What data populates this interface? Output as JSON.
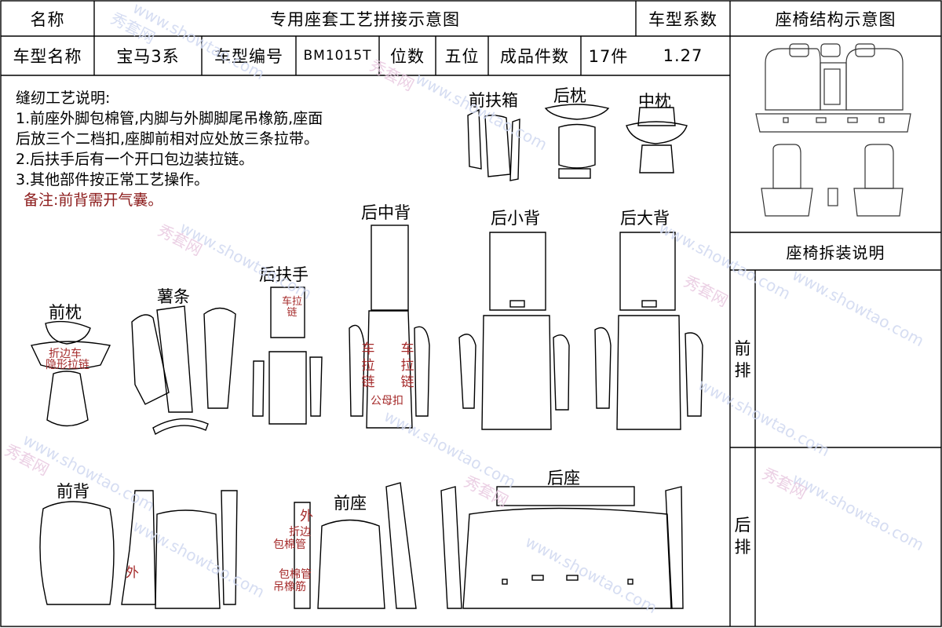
{
  "header": {
    "name_label": "名称",
    "title": "专用座套工艺拼接示意图",
    "coef_label": "车型系数",
    "structure_title": "座椅结构示意图"
  },
  "info": {
    "model_name_label": "车型名称",
    "model_name": "宝马3系",
    "model_code_label": "车型编号",
    "model_code": "BM1015T",
    "seats_label": "位数",
    "seats": "五位",
    "pieces_label": "成品件数",
    "pieces": "17件",
    "coef": "1.27"
  },
  "instructions": {
    "heading": "缝纫工艺说明:",
    "line1a": "1.前座外脚包棉管,内脚与外脚脚尾吊橡筋,座面",
    "line1b": "后放三个二档扣,座脚前相对应处放三条拉带。",
    "line2": "2.后扶手后有一个开口包边装拉链。",
    "line3": "3.其他部件按正常工艺操作。",
    "remark": "备注:前背需开气囊。"
  },
  "parts": {
    "front_armrest_box": "前扶箱",
    "rear_pillow": "后枕",
    "mid_pillow": "中枕",
    "rear_mid_back": "后中背",
    "rear_small_back": "后小背",
    "rear_big_back": "后大背",
    "rear_armrest": "后扶手",
    "strip": "薯条",
    "front_pillow": "前枕",
    "front_back": "前背",
    "front_seat": "前座",
    "rear_seat": "后座"
  },
  "annotations": {
    "car_zipper_short": "车拉链",
    "fold_edge": "折边车",
    "hidden_zipper": "隐形拉链",
    "car_zipper_left": "车拉链",
    "car_zipper_right": "车拉链",
    "male_female_buckle": "公母扣",
    "outer": "外",
    "fold_edge_short": "折边",
    "cotton_tube": "包棉管",
    "cotton_tube2": "包棉管",
    "elastic": "吊橡筋",
    "outer2": "外"
  },
  "right_panel": {
    "disassembly_title": "座椅拆装说明",
    "front_row": "前排",
    "rear_row": "后排"
  },
  "watermark": {
    "brand": "秀套网",
    "url": "www.showtao.com"
  }
}
